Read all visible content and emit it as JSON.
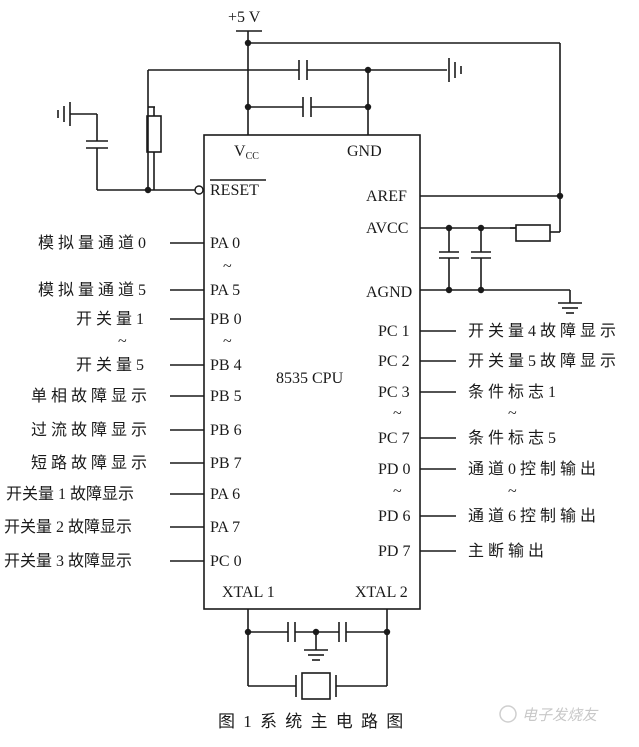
{
  "supply": "+5 V",
  "chip": {
    "name": "8535 CPU",
    "vcc_main": "V",
    "vcc_sub": "CC",
    "gnd": "GND",
    "reset": "RESET",
    "aref": "AREF",
    "avcc": "AVCC",
    "agnd": "AGND",
    "xtal1": "XTAL 1",
    "xtal2": "XTAL 2"
  },
  "left_pins": [
    {
      "signal": "模 拟 量 通 道  0",
      "pin": "PA 0"
    },
    {
      "signal": "模 拟 量 通 道  5",
      "pin": "PA 5"
    },
    {
      "signal": "开 关 量  1",
      "pin": "PB 0"
    },
    {
      "signal": "开 关 量  5",
      "pin": "PB 4"
    },
    {
      "signal": "单 相 故 障 显 示",
      "pin": "PB 5"
    },
    {
      "signal": "过 流 故 障 显 示",
      "pin": "PB 6"
    },
    {
      "signal": "短 路 故 障 显 示",
      "pin": "PB 7"
    },
    {
      "signal": "开关量 1 故障显示",
      "pin": "PA 6"
    },
    {
      "signal": "开关量 2  故障显示",
      "pin": "PA 7"
    },
    {
      "signal": "开关量 3  故障显示",
      "pin": "PC 0"
    }
  ],
  "right_pins": [
    {
      "pin": "PC 1",
      "signal": "开 关 量 4  故 障 显 示"
    },
    {
      "pin": "PC 2",
      "signal": "开 关 量 5  故 障 显 示"
    },
    {
      "pin": "PC 3",
      "signal": "条 件 标 志  1"
    },
    {
      "pin": "PC 7",
      "signal": "条 件 标 志  5"
    },
    {
      "pin": "PD 0",
      "signal": "通 道  0  控 制 输 出"
    },
    {
      "pin": "PD 6",
      "signal": "通 道  6  控 制 输 出"
    },
    {
      "pin": "PD 7",
      "signal": "主 断 输 出"
    }
  ],
  "range_mark": "~",
  "caption": "图 1   系 统 主 电 路 图",
  "watermark": "电子发烧友"
}
